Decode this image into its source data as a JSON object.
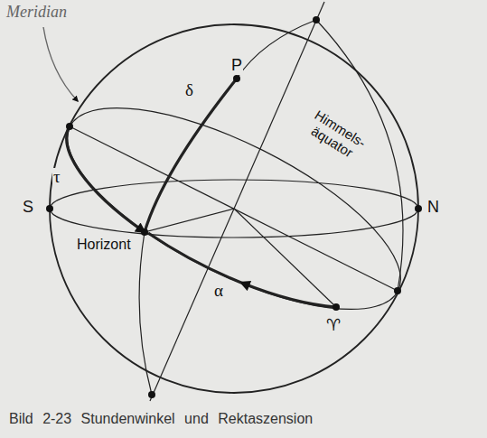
{
  "diagram": {
    "caption": "Bild 2-23 Stundenwinkel und Rektaszension",
    "labels": [
      "Meridian",
      "P",
      "δ",
      "S",
      "τ",
      "Himmels- äquator",
      "N",
      "Horizont",
      "α",
      "♈"
    ]
  }
}
